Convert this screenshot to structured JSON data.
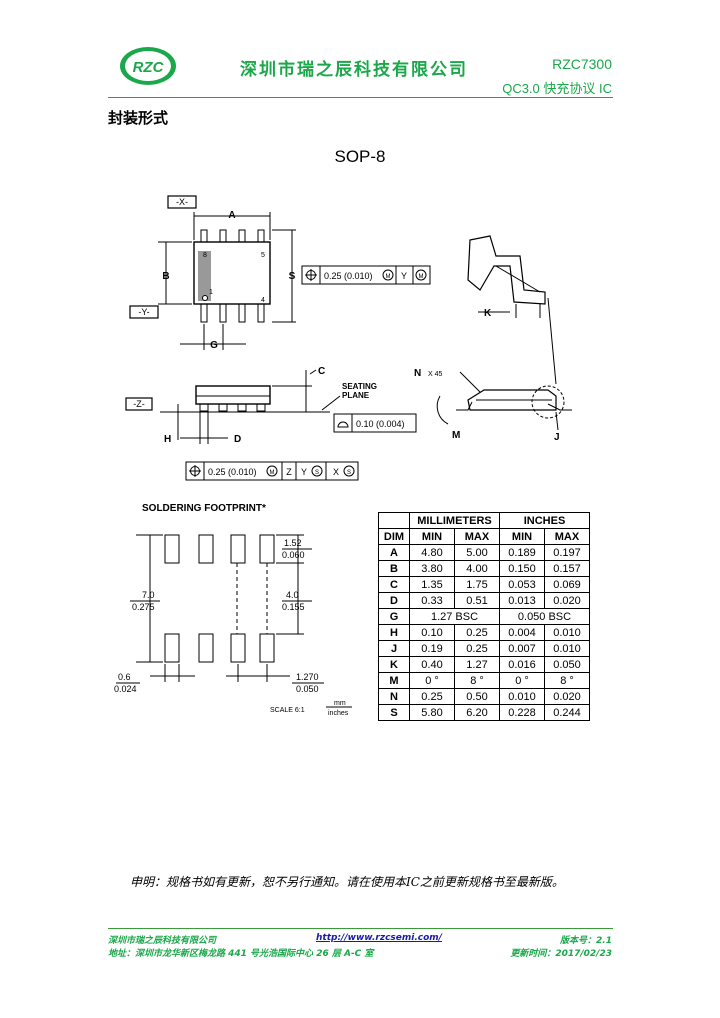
{
  "header": {
    "logo_text": "RZC",
    "company": "深圳市瑞之辰科技有限公司",
    "part_number": "RZC7300",
    "subtitle": "QC3.0 快充协议 IC",
    "colors": {
      "brand": "#1aa84a"
    }
  },
  "section_title": "封装形式",
  "package_name": "SOP-8",
  "drawing": {
    "labels": {
      "x_datum": "-X-",
      "y_datum": "-Y-",
      "z_datum": "-Z-",
      "A": "A",
      "B": "B",
      "S": "S",
      "G": "G",
      "C": "C",
      "H": "H",
      "D": "D",
      "K": "K",
      "N": "N",
      "x45": "X 45",
      "M": "M",
      "J": "J",
      "pin8": "8",
      "pin5": "5",
      "pin1": "1",
      "pin4": "4",
      "seating1": "SEATING",
      "seating2": "PLANE",
      "tol1_value": "0.25 (0.010)",
      "tol1_m": "M",
      "tol1_y": "Y",
      "tol1_m2": "M",
      "flat_value": "0.10 (0.004)",
      "tol2_value": "0.25 (0.010)",
      "tol2_m": "M",
      "tol2_z": "Z",
      "tol2_y": "Y",
      "tol2_s1": "S",
      "tol2_x": "X",
      "tol2_s2": "S"
    },
    "footprint": {
      "title": "SOLDERING FOOTPRINT*",
      "d1_top": "1.52",
      "d1_bot": "0.060",
      "d2_top": "7.0",
      "d2_bot": "0.275",
      "d3_top": "4.0",
      "d3_bot": "0.155",
      "d4_top": "0.6",
      "d4_bot": "0.024",
      "d5_top": "1.270",
      "d5_bot": "0.050",
      "scale": "SCALE 6:1",
      "unit_top": "mm",
      "unit_bot": "inches"
    }
  },
  "table": {
    "group_mm": "MILLIMETERS",
    "group_in": "INCHES",
    "col_dim": "DIM",
    "col_min": "MIN",
    "col_max": "MAX",
    "rows": [
      [
        "A",
        "4.80",
        "5.00",
        "0.189",
        "0.197"
      ],
      [
        "B",
        "3.80",
        "4.00",
        "0.150",
        "0.157"
      ],
      [
        "C",
        "1.35",
        "1.75",
        "0.053",
        "0.069"
      ],
      [
        "D",
        "0.33",
        "0.51",
        "0.013",
        "0.020"
      ],
      [
        "G",
        "1.27 BSC",
        "0.050 BSC"
      ],
      [
        "H",
        "0.10",
        "0.25",
        "0.004",
        "0.010"
      ],
      [
        "J",
        "0.19",
        "0.25",
        "0.007",
        "0.010"
      ],
      [
        "K",
        "0.40",
        "1.27",
        "0.016",
        "0.050"
      ],
      [
        "M",
        "0 °",
        "8 °",
        "0 °",
        "8 °"
      ],
      [
        "N",
        "0.25",
        "0.50",
        "0.010",
        "0.020"
      ],
      [
        "S",
        "5.80",
        "6.20",
        "0.228",
        "0.244"
      ]
    ]
  },
  "notice": "申明：规格书如有更新，恕不另行通知。请在使用本IC之前更新规格书至最新版。",
  "footer": {
    "company": "深圳市瑞之辰科技有限公司",
    "url": "http://www.rzcsemi.com/",
    "version": "版本号：2.1",
    "address": "地址：深圳市龙华新区梅龙路 441 号光浩国际中心 26 层 A-C 室",
    "date": "更新时间：2017/02/23"
  }
}
